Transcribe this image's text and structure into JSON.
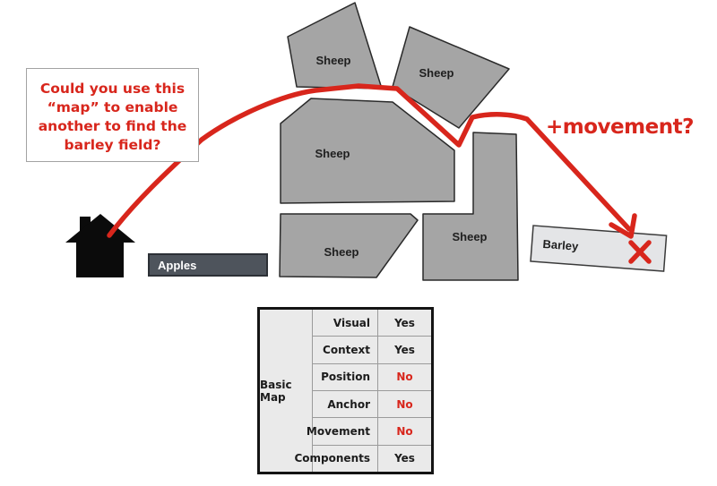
{
  "question_box": {
    "lines": [
      "Could you use this",
      "“map” to enable",
      "another to find the",
      "barley field?"
    ]
  },
  "movement_label": "+movement?",
  "fields": {
    "sheep1": "Sheep",
    "sheep2": "Sheep",
    "sheep3": "Sheep",
    "sheep4": "Sheep",
    "sheep5": "Sheep",
    "apples": "Apples",
    "barley": "Barley"
  },
  "icons": {
    "house": "house-silhouette",
    "x_mark": "✕",
    "arrow": "hand-drawn-arrow"
  },
  "table": {
    "row_header": "Basic Map",
    "rows": [
      {
        "label": "Visual",
        "value": "Yes"
      },
      {
        "label": "Context",
        "value": "Yes"
      },
      {
        "label": "Position",
        "value": "No"
      },
      {
        "label": "Anchor",
        "value": "No"
      },
      {
        "label": "Movement",
        "value": "No"
      },
      {
        "label": "Components",
        "value": "Yes"
      }
    ]
  },
  "colors": {
    "accent_red": "#d8261c",
    "field_gray": "#a5a5a5",
    "field_stroke": "#2a2a2a",
    "apples_fill": "#4e545c",
    "apples_stroke": "#2c3036",
    "barley_fill": "#e4e5e7",
    "table_bg": "#eaeaea",
    "house_black": "#0b0b0b"
  }
}
